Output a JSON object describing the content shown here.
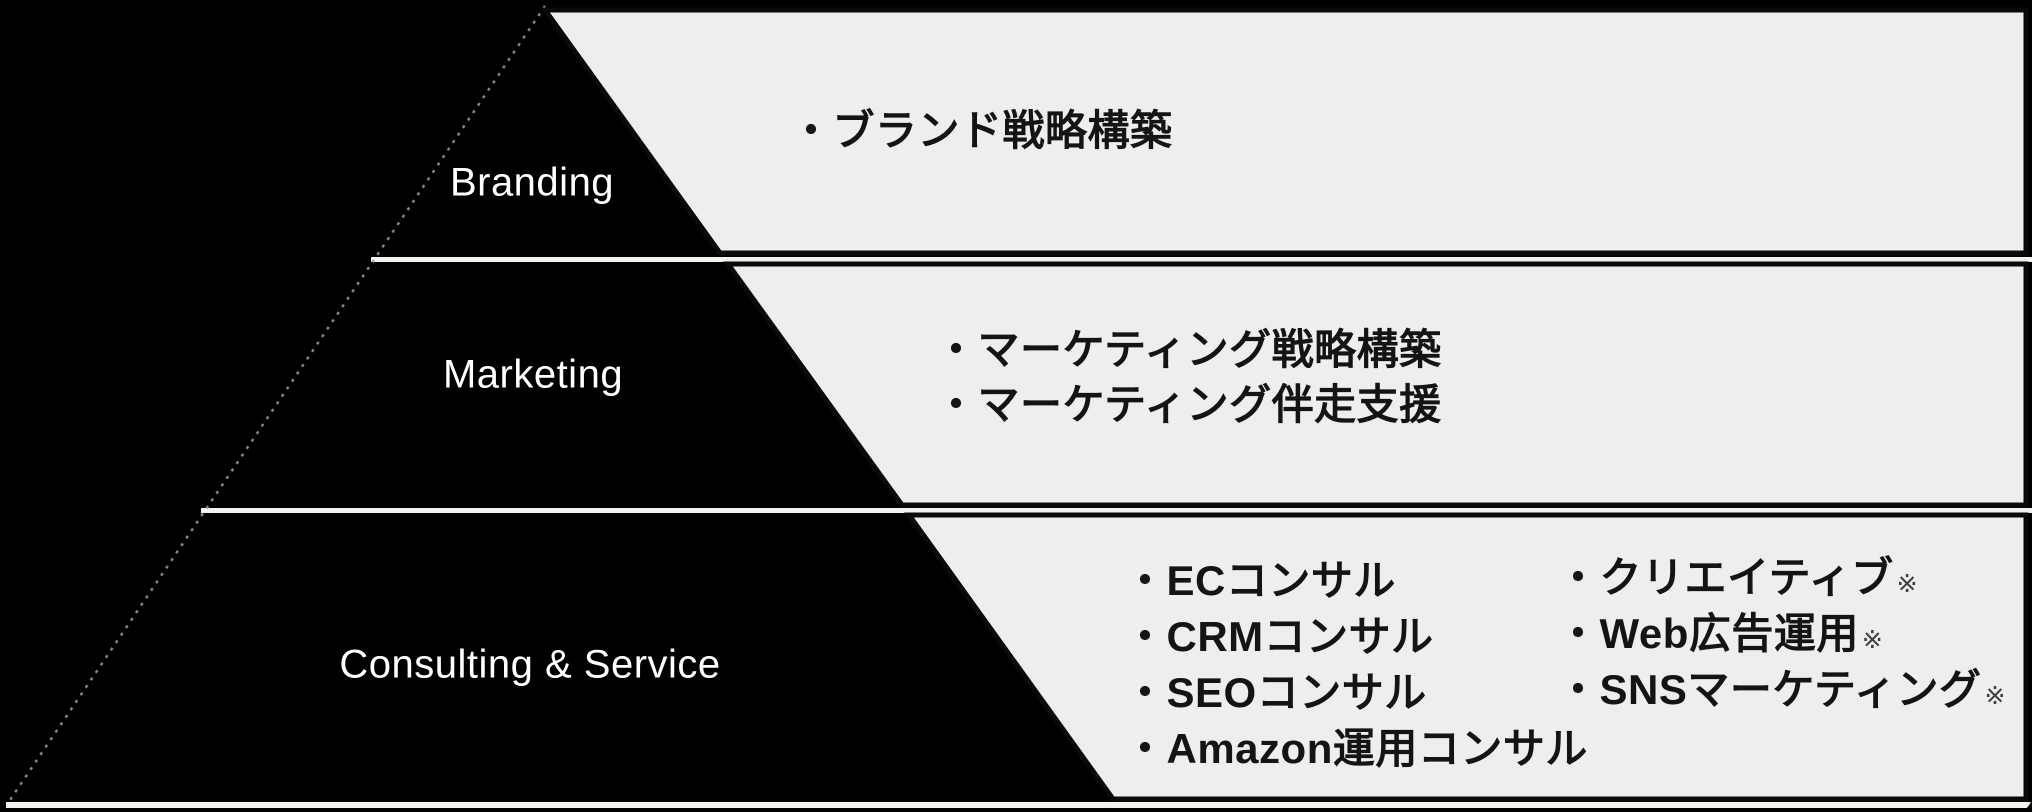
{
  "diagram": {
    "type": "pyramid",
    "bullet_char": "・",
    "tiers": [
      {
        "label": "Branding",
        "items": [
          {
            "text": "ブランド戦略構築",
            "note": ""
          }
        ]
      },
      {
        "label": "Marketing",
        "items": [
          {
            "text": "マーケティング戦略構築",
            "note": ""
          },
          {
            "text": "マーケティング伴走支援",
            "note": ""
          }
        ]
      },
      {
        "label": "Consulting & Service",
        "items_col1": [
          {
            "text": "ECコンサル",
            "note": ""
          },
          {
            "text": "CRMコンサル",
            "note": ""
          },
          {
            "text": "SEOコンサル",
            "note": ""
          },
          {
            "text": "Amazon運用コンサル",
            "note": ""
          }
        ],
        "items_col2": [
          {
            "text": "クリエイティブ",
            "note": "※"
          },
          {
            "text": "Web広告運用",
            "note": "※"
          },
          {
            "text": "SNSマーケティング",
            "note": "※"
          }
        ]
      }
    ],
    "colors": {
      "background": "#000000",
      "panel": "#eeeeee",
      "panel_border": "#0a0a0a",
      "separator": "#f4f2ee",
      "label_text": "#ffffff",
      "item_text": "#141414",
      "note_text": "#3f3f3f",
      "edge_dots": "#9a9a9a"
    }
  }
}
